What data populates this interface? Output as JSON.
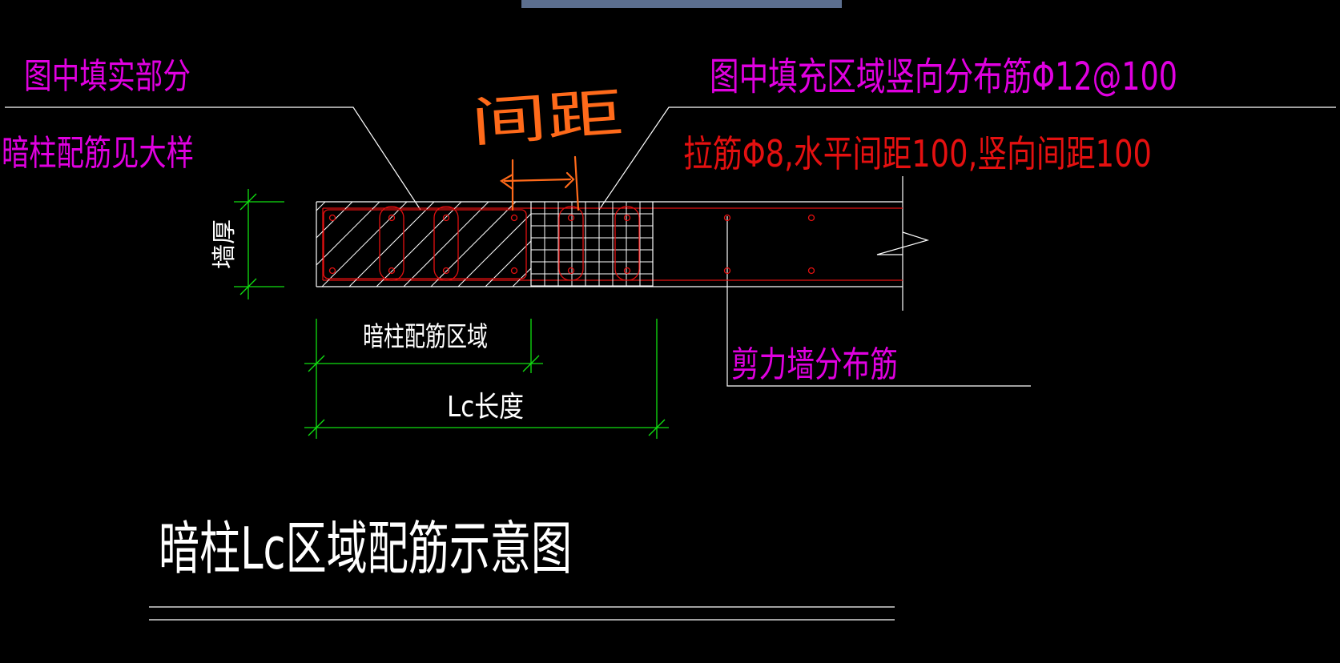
{
  "labels": {
    "solid_fill_note": "图中填实部分",
    "hidden_column_note": "暗柱配筋见大样",
    "filled_region_note": "图中填充区域竖向分布筋Φ12@100",
    "tie_bar_note": "拉筋Φ8,水平间距100,竖向间距100",
    "wall_thickness": "墙厚",
    "hidden_column_region": "暗柱配筋区域",
    "lc_length": "Lc长度",
    "shear_wall_bars": "剪力墙分布筋",
    "handwritten_spacing": "间距",
    "drawing_title": "暗柱Lc区域配筋示意图"
  },
  "colors": {
    "background": "#000000",
    "magenta": "#e000e0",
    "red": "#e41010",
    "green": "#10e010",
    "white": "#ffffff",
    "orange": "#ff6a1a",
    "top_bar": "#5c6f8f"
  }
}
